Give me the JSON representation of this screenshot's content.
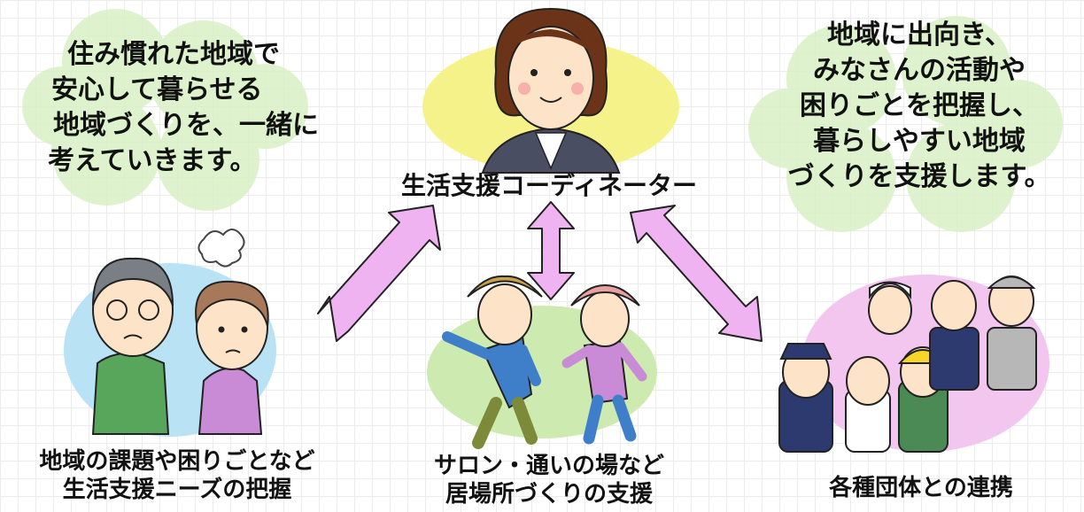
{
  "left_message": [
    "住み慣れた地域で",
    "安心して暮らせる",
    "地域づくりを、一緒に",
    "考えていきます。"
  ],
  "right_message": [
    "地域に出向き、",
    "みなさんの活動や",
    "困りごとを把握し、",
    "暮らしやすい地域",
    "づくりを支援します。"
  ],
  "center": {
    "label": "生活支援コーディネーター"
  },
  "nodes": {
    "needs": [
      "地域の課題や困りごとなど",
      "生活支援ニーズの把握"
    ],
    "places": [
      "サロン・通いの場など",
      "居場所づくりの支援"
    ],
    "partners": [
      "各種団体との連携"
    ]
  },
  "colors": {
    "arrow": "#efb3f2",
    "arrow_stroke": "#222222",
    "coordinator_bg": "#f6f28a",
    "needs_bg": "#b9e3f5",
    "places_bg": "#cdebb0",
    "partners_bg": "#f3c6ef",
    "clover": "#d9f0c6"
  }
}
